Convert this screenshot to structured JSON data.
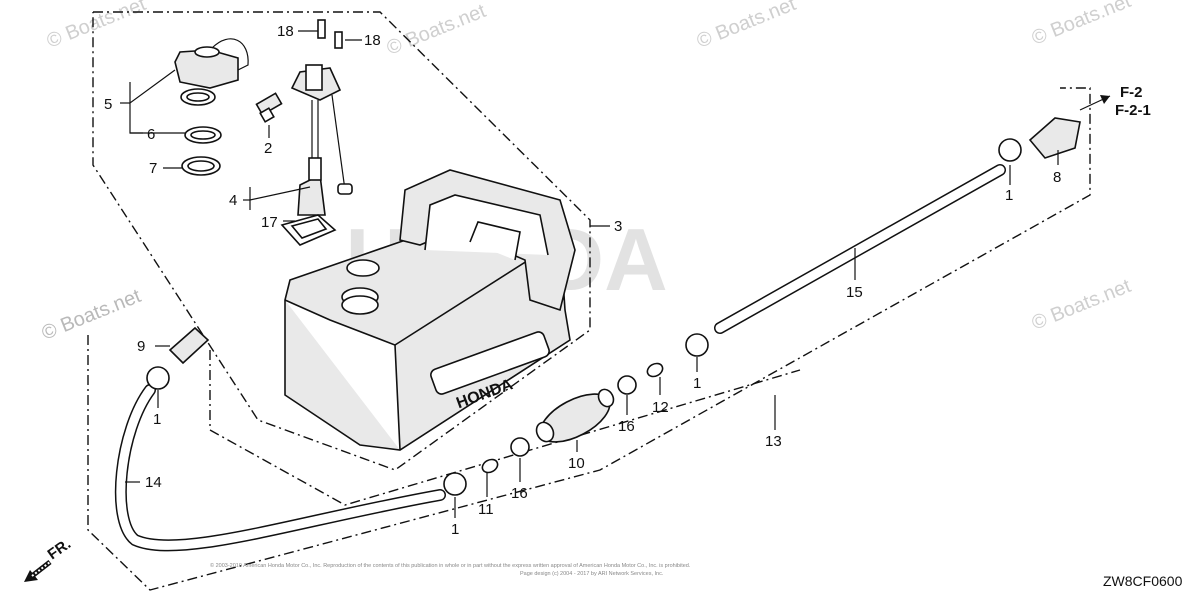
{
  "diagram": {
    "watermarks": [
      "© Boats.net",
      "© Boats.net",
      "© Boats.net",
      "© Boats.net",
      "© Boats.net",
      "© Boats.net"
    ],
    "brand_mark": "HONDA",
    "tank_brand": "HONDA",
    "ref_codes": [
      "F-2",
      "F-2-1"
    ],
    "direction": "FR.",
    "drawing_code": "ZW8CF0600",
    "copyright_line1": "© 2003-2019 American Honda Motor Co., Inc. Reproduction of the contents of this publication in whole or in part without the express written approval of American Honda Motor Co., Inc. is prohibited.",
    "copyright_line2": "Page design (c) 2004 - 2017 by ARI Network Services, Inc.",
    "callouts": {
      "c18a": "18",
      "c18b": "18",
      "c5": "5",
      "c6": "6",
      "c7": "7",
      "c2": "2",
      "c4": "4",
      "c17": "17",
      "c3": "3",
      "c1a": "1",
      "c8": "8",
      "c15": "15",
      "c9": "9",
      "c1b": "1",
      "c14": "14",
      "c1c": "1",
      "c12": "12",
      "c16a": "16",
      "c13": "13",
      "c10": "10",
      "c16b": "16",
      "c11": "11",
      "c1d": "1"
    }
  }
}
